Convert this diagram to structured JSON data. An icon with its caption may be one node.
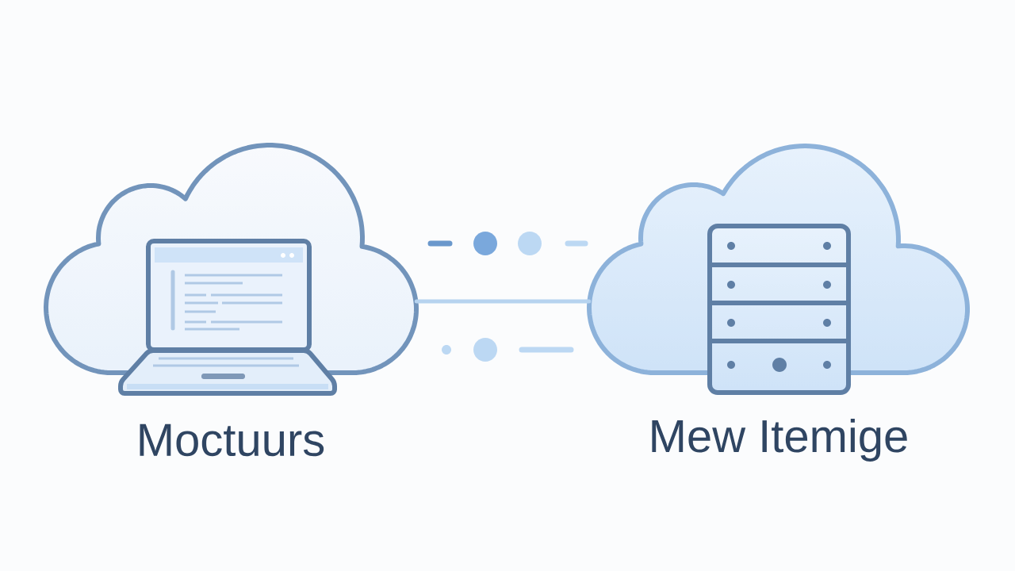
{
  "diagram": {
    "nodes": [
      {
        "text": [
          "Moctuurs"
        ]
      },
      {
        "text": [
          "Mew Itemige"
        ]
      }
    ],
    "edges": [
      {
        "from": 0,
        "to": 1,
        "arrow": "none"
      }
    ]
  }
}
